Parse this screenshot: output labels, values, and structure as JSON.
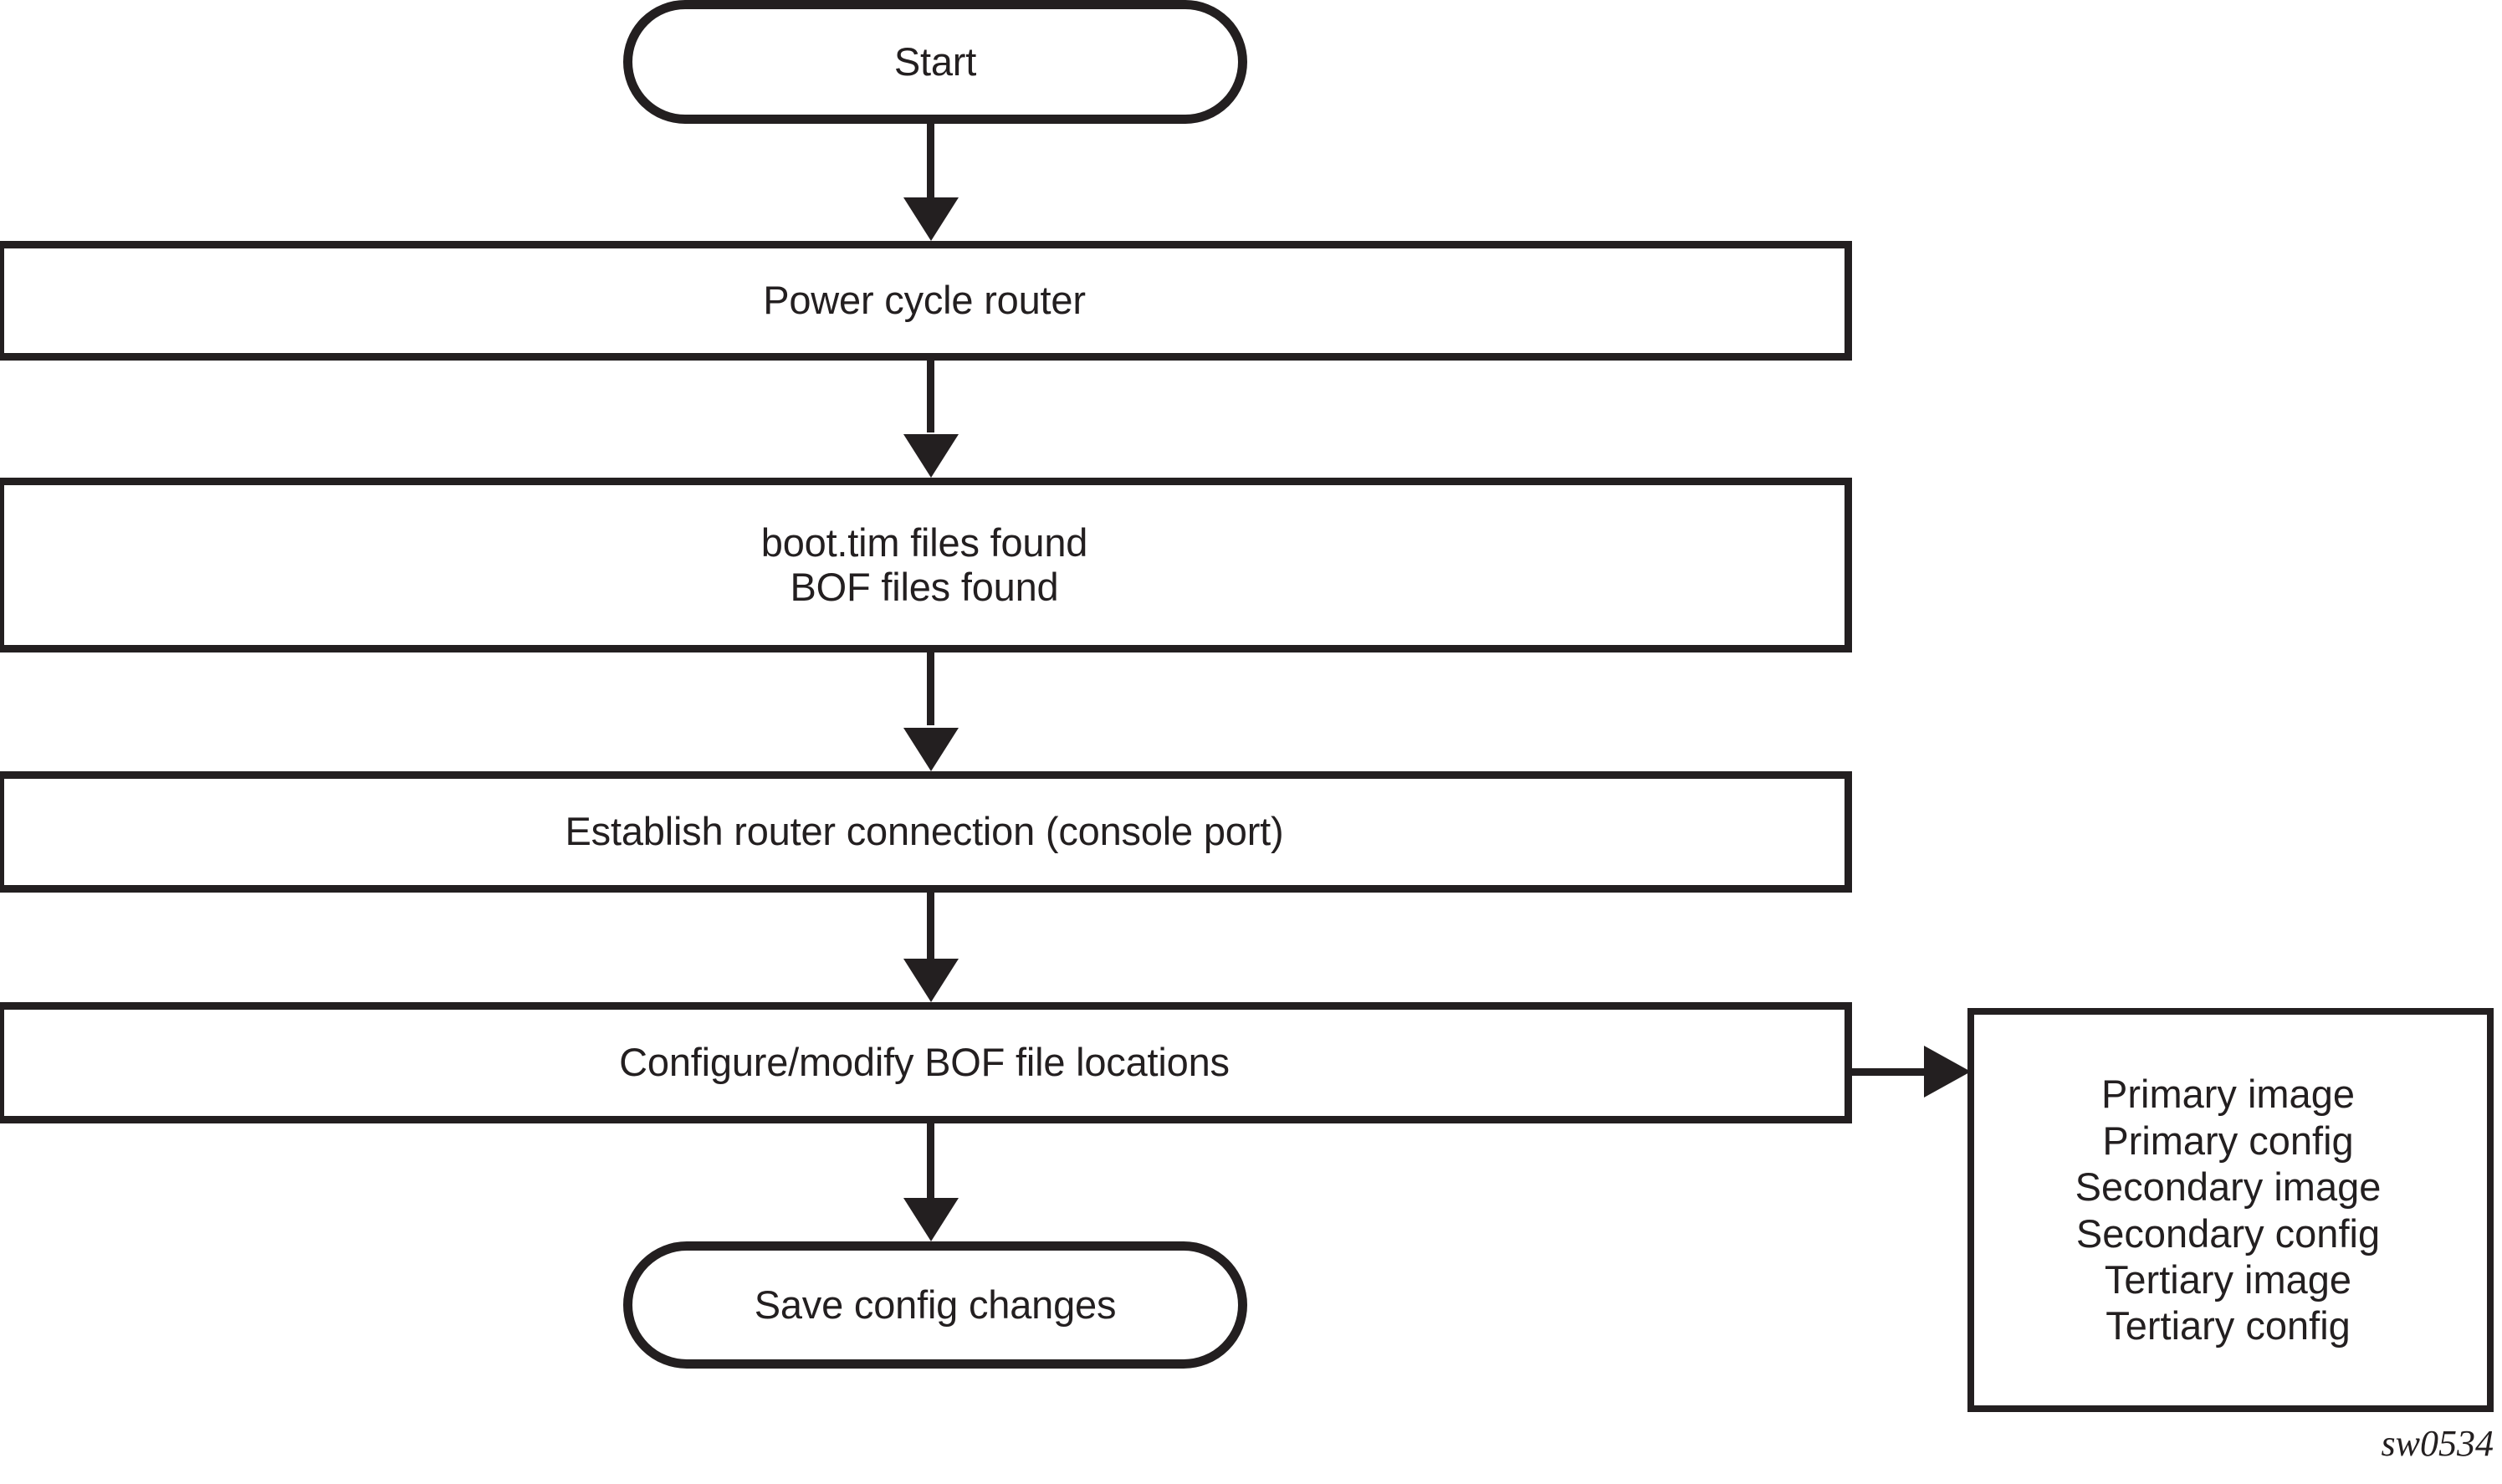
{
  "figure": {
    "caption": "sw0534",
    "line_color": "#231f20",
    "background": "#ffffff"
  },
  "flowchart": {
    "nodes": {
      "start": {
        "label": "Start",
        "shape": "terminator"
      },
      "power_cycle": {
        "label": "Power cycle router",
        "shape": "process"
      },
      "files_found": {
        "label": "boot.tim files found\nBOF files found",
        "shape": "process"
      },
      "establish_connection": {
        "label": "Establish router connection (console port)",
        "shape": "process"
      },
      "configure_bof": {
        "label": "Configure/modify BOF file locations",
        "shape": "process"
      },
      "save_config": {
        "label": "Save config changes",
        "shape": "terminator"
      }
    },
    "options_panel": {
      "items": [
        "Primary image",
        "Primary config",
        "Secondary image",
        "Secondary config",
        "Tertiary image",
        "Tertiary config"
      ]
    },
    "connectors": [
      {
        "from": "start",
        "to": "power_cycle",
        "direction": "down"
      },
      {
        "from": "power_cycle",
        "to": "files_found",
        "direction": "down"
      },
      {
        "from": "files_found",
        "to": "establish_connection",
        "direction": "down"
      },
      {
        "from": "establish_connection",
        "to": "configure_bof",
        "direction": "down"
      },
      {
        "from": "configure_bof",
        "to": "save_config",
        "direction": "down"
      },
      {
        "from": "configure_bof",
        "to": "options_panel",
        "direction": "right"
      }
    ]
  }
}
